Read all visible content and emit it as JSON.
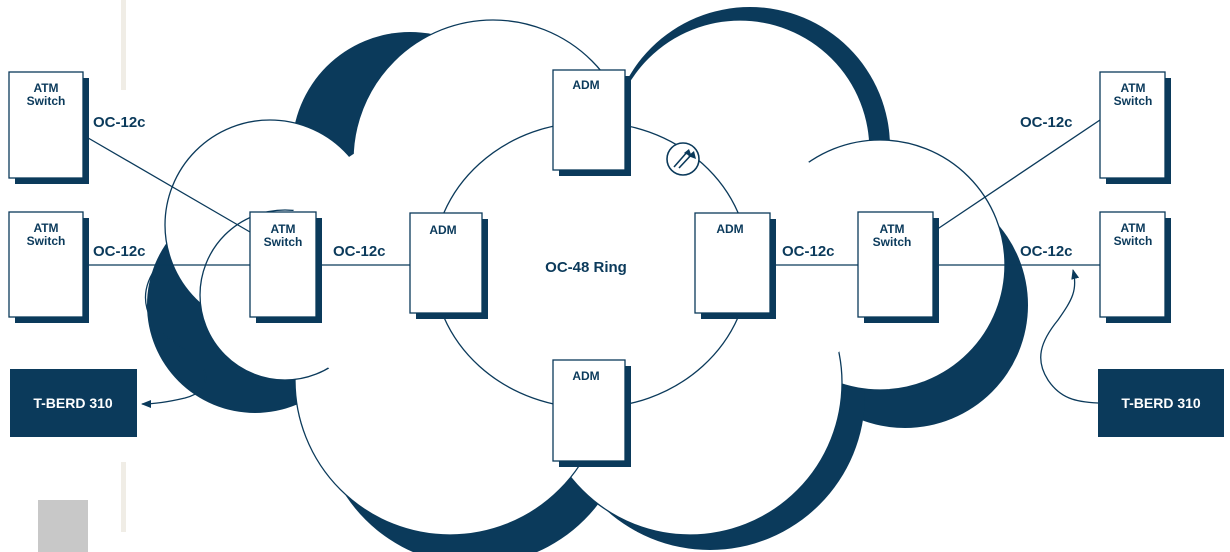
{
  "devices": {
    "atm_left_top": "ATM Switch",
    "atm_left_bottom": "ATM Switch",
    "atm_center_left": "ATM Switch",
    "atm_center_right": "ATM Switch",
    "atm_right_top": "ATM Switch",
    "atm_right_bottom": "ATM Switch",
    "adm_top": "ADM",
    "adm_left": "ADM",
    "adm_right": "ADM",
    "adm_bottom": "ADM"
  },
  "links": {
    "left_top": "OC-12c",
    "left_bottom": "OC-12c",
    "center_left": "OC-12c",
    "center_right": "OC-12c",
    "right_top": "OC-12c",
    "right_bottom": "OC-12c"
  },
  "ring": {
    "label": "OC-48 Ring"
  },
  "testers": {
    "left": "T-BERD 310",
    "right": "T-BERD 310"
  },
  "colors": {
    "navy": "#0b3a5b",
    "page_rule": "#f0ede6",
    "page_tab": "#c8c8c8"
  },
  "icons": {
    "fiber": "fiber-link-icon"
  }
}
